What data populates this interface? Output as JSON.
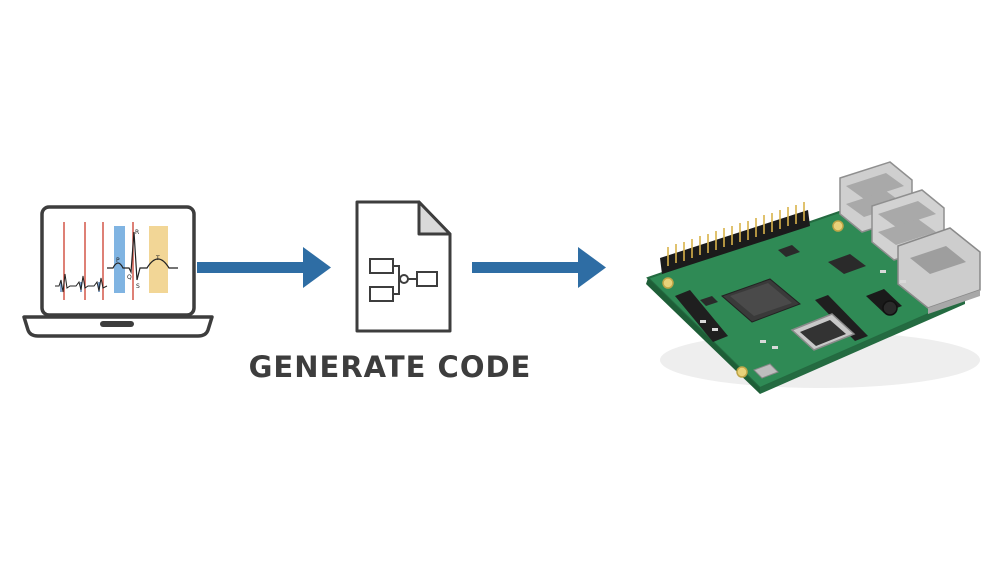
{
  "caption": "GENERATE CODE",
  "wave_labels": {
    "p": "P",
    "r": "R",
    "q": "Q",
    "s": "S",
    "t": "T"
  },
  "icons": {
    "laptop": "laptop-ecg-icon",
    "document": "block-diagram-document-icon",
    "board": "raspberry-pi-board-icon"
  },
  "colors": {
    "arrow": "#2e6da4",
    "outline": "#3d3d3d",
    "board_green": "#2f8a55"
  }
}
